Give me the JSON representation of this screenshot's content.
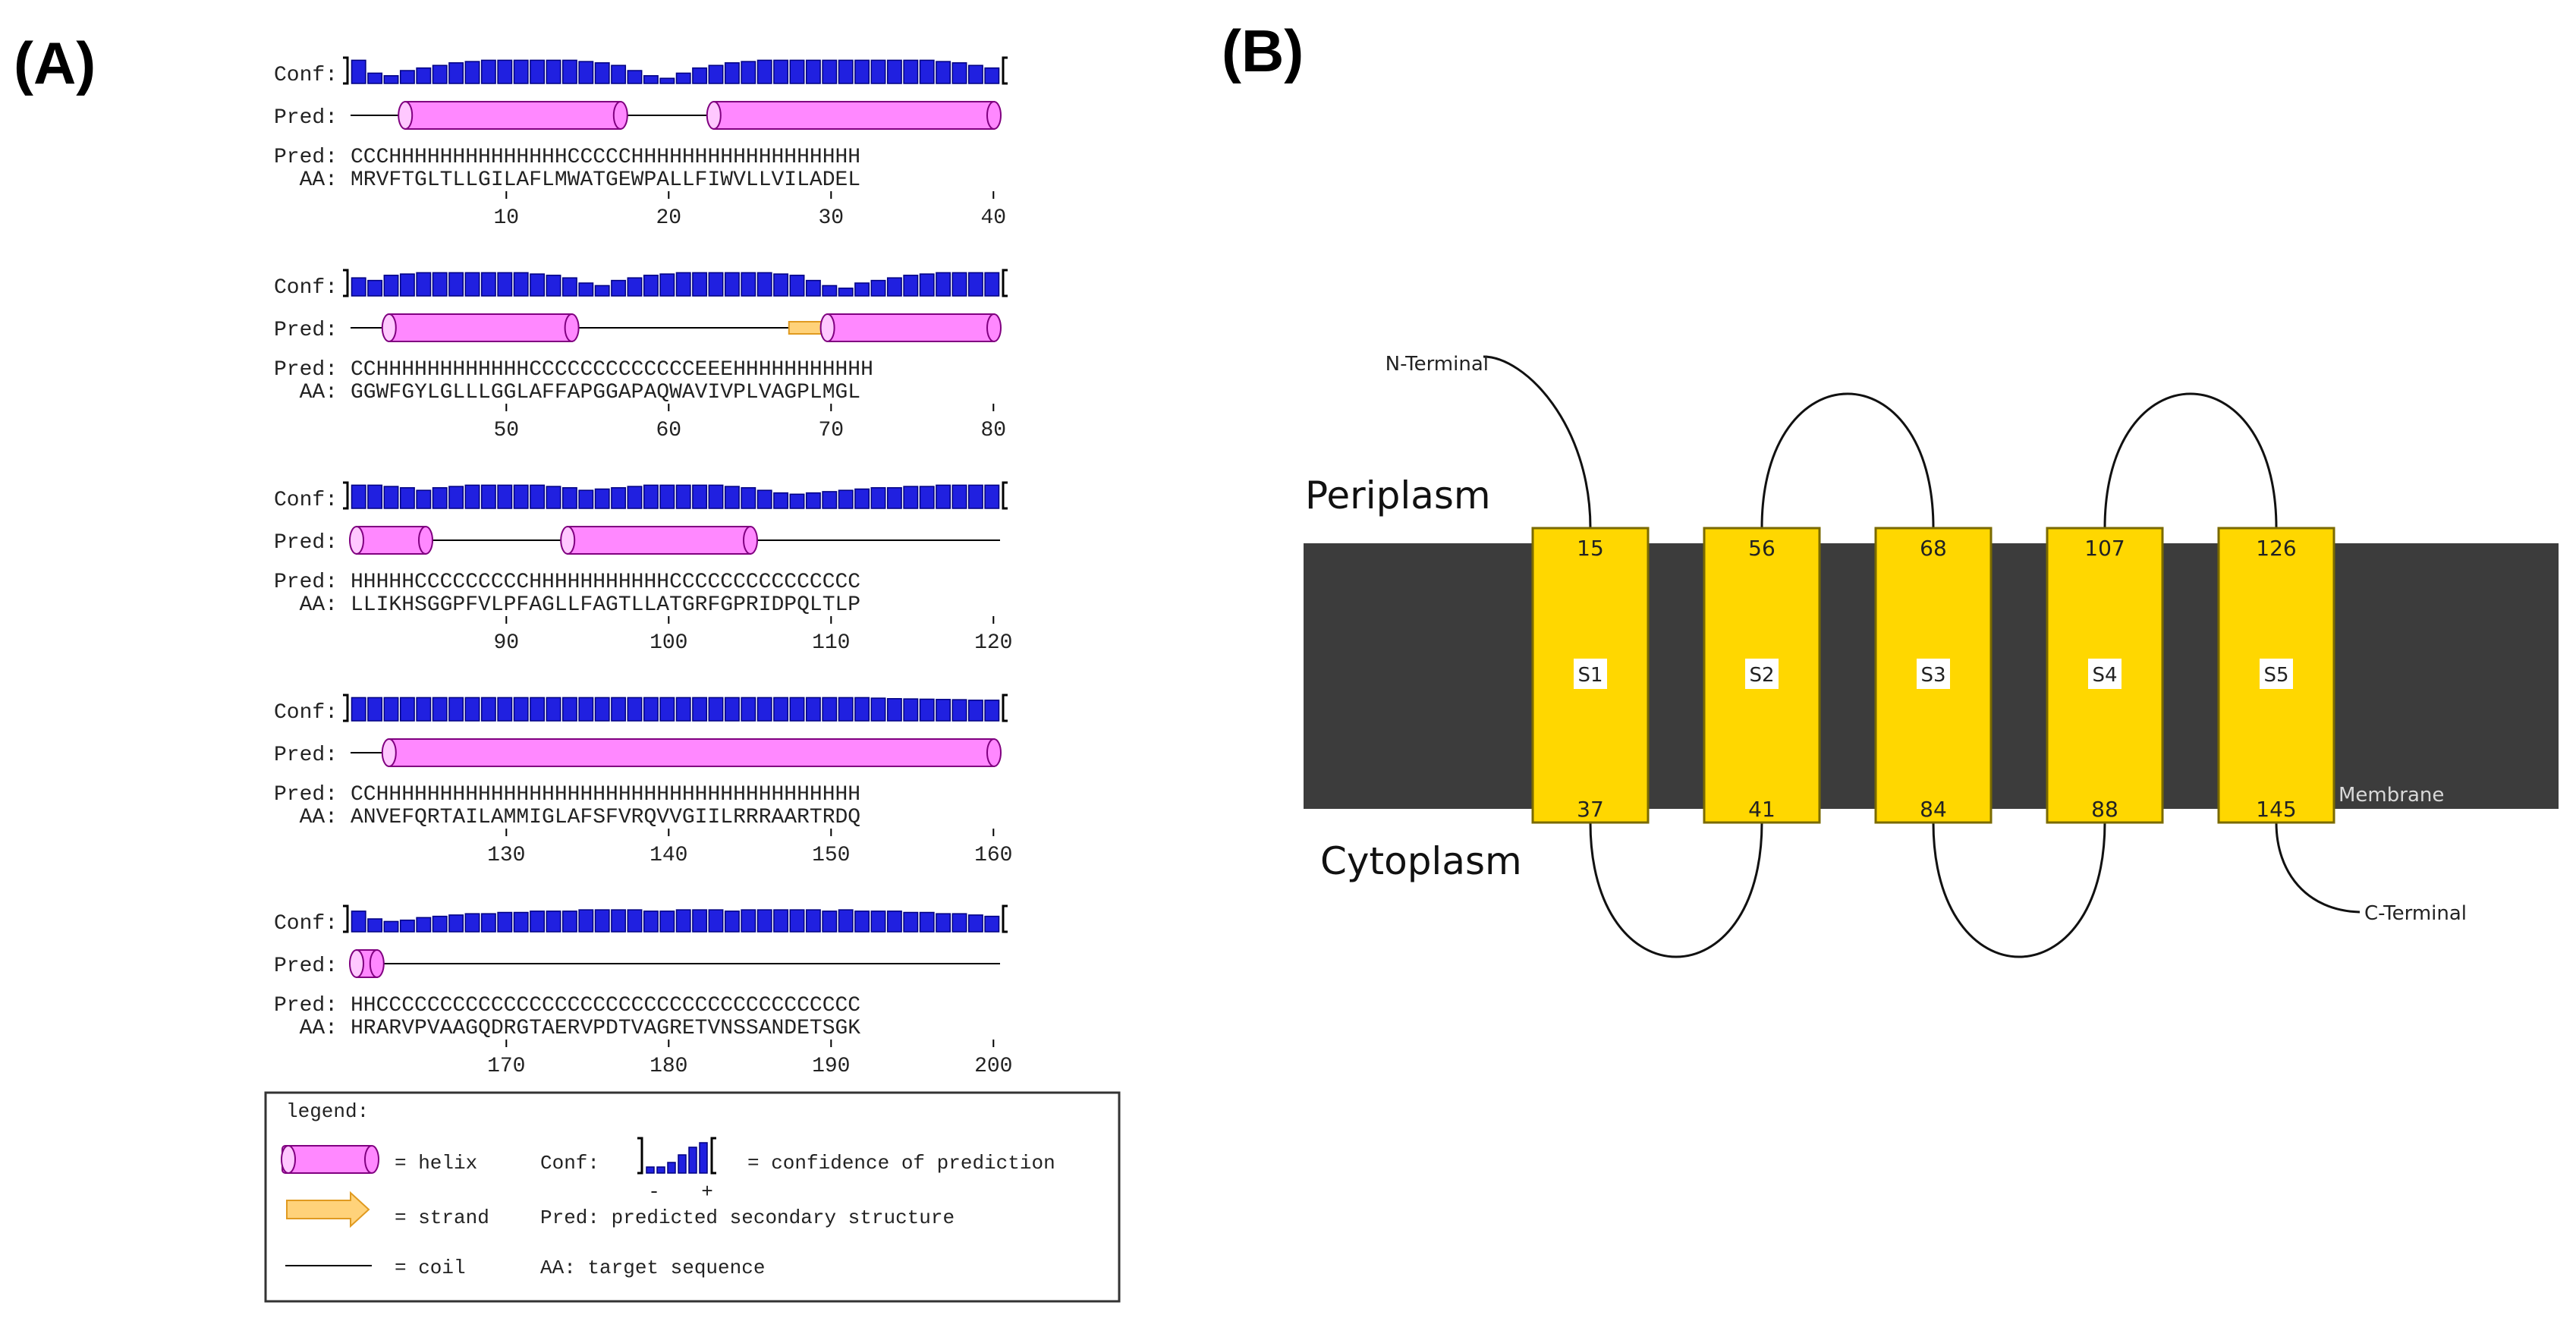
{
  "panels": {
    "a_label": "(A)",
    "b_label": "(B)"
  },
  "psipred": {
    "row_labels": {
      "conf": "Conf:",
      "pred": "Pred:",
      "pred_seq": "Pred:",
      "aa": "AA:"
    },
    "blocks": [
      {
        "pred": "CCCHHHHHHHHHHHHHHCCCCCHHHHHHHHHHHHHHHHHH",
        "aa": "MRVFTGLTLLGILAFLMWATGEWPALLFIWVLLVILADEL",
        "ticks": [
          "10",
          "20",
          "30",
          "40"
        ],
        "conf": [
          0.9,
          0.4,
          0.3,
          0.5,
          0.6,
          0.7,
          0.8,
          0.85,
          0.9,
          0.9,
          0.9,
          0.9,
          0.9,
          0.9,
          0.85,
          0.8,
          0.7,
          0.5,
          0.3,
          0.2,
          0.4,
          0.6,
          0.7,
          0.8,
          0.85,
          0.9,
          0.9,
          0.9,
          0.9,
          0.9,
          0.9,
          0.9,
          0.9,
          0.9,
          0.9,
          0.9,
          0.85,
          0.8,
          0.7,
          0.6
        ],
        "elements": [
          {
            "type": "helix",
            "start": 4,
            "end": 17
          },
          {
            "type": "helix",
            "start": 23,
            "end": 40
          }
        ]
      },
      {
        "pred": "CCHHHHHHHHHHHHCCCCCCCCCCCCCEEEHHHHHHHHHHH",
        "aa": "GGWFGYLGLLLGGLAFFAPGGAPAQWAVIVPLVAGPLMGL",
        "ticks": [
          "50",
          "60",
          "70",
          "80"
        ],
        "conf": [
          0.7,
          0.6,
          0.8,
          0.85,
          0.9,
          0.9,
          0.9,
          0.9,
          0.9,
          0.9,
          0.9,
          0.85,
          0.8,
          0.7,
          0.5,
          0.4,
          0.6,
          0.7,
          0.8,
          0.85,
          0.9,
          0.9,
          0.9,
          0.9,
          0.9,
          0.9,
          0.85,
          0.8,
          0.6,
          0.4,
          0.3,
          0.5,
          0.6,
          0.7,
          0.8,
          0.85,
          0.9,
          0.9,
          0.9,
          0.9
        ],
        "elements": [
          {
            "type": "helix",
            "start": 3,
            "end": 14
          },
          {
            "type": "strand",
            "start": 28,
            "end": 30
          },
          {
            "type": "helix",
            "start": 30,
            "end": 40
          }
        ]
      },
      {
        "pred": "HHHHHCCCCCCCCCHHHHHHHHHHHCCCCCCCCCCCCCCC",
        "aa": "LLIKHSGGPFVLPFAGLLFAGTLLATGRFGPRIDPQLTLP",
        "ticks": [
          "90",
          "100",
          "110",
          "120"
        ],
        "conf": [
          0.9,
          0.9,
          0.85,
          0.8,
          0.7,
          0.8,
          0.85,
          0.9,
          0.9,
          0.9,
          0.9,
          0.9,
          0.85,
          0.8,
          0.7,
          0.75,
          0.8,
          0.85,
          0.9,
          0.9,
          0.9,
          0.9,
          0.9,
          0.85,
          0.8,
          0.7,
          0.6,
          0.55,
          0.6,
          0.65,
          0.7,
          0.75,
          0.8,
          0.8,
          0.85,
          0.85,
          0.9,
          0.9,
          0.9,
          0.9
        ],
        "elements": [
          {
            "type": "helix",
            "start": 1,
            "end": 5
          },
          {
            "type": "helix",
            "start": 14,
            "end": 25
          }
        ]
      },
      {
        "pred": "CCHHHHHHHHHHHHHHHHHHHHHHHHHHHHHHHHHHHHHH",
        "aa": "ANVEFQRTAILAMMIGLAFSFVRQVVGIILRRRAARTRDQ",
        "ticks": [
          "130",
          "140",
          "150",
          "160"
        ],
        "conf": [
          0.9,
          0.9,
          0.9,
          0.9,
          0.9,
          0.9,
          0.9,
          0.9,
          0.9,
          0.9,
          0.9,
          0.9,
          0.9,
          0.9,
          0.9,
          0.9,
          0.9,
          0.9,
          0.9,
          0.9,
          0.9,
          0.9,
          0.9,
          0.9,
          0.9,
          0.9,
          0.9,
          0.9,
          0.9,
          0.9,
          0.9,
          0.9,
          0.88,
          0.86,
          0.85,
          0.84,
          0.83,
          0.82,
          0.8,
          0.8
        ],
        "elements": [
          {
            "type": "helix",
            "start": 3,
            "end": 40
          }
        ]
      },
      {
        "pred": "HHCCCCCCCCCCCCCCCCCCCCCCCCCCCCCCCCCCCCCC",
        "aa": "HRARVPVAAGQDRGTAERVPDTVAGRETVNSSANDETSGK",
        "ticks": [
          "170",
          "180",
          "190",
          "200"
        ],
        "conf": [
          0.8,
          0.5,
          0.4,
          0.45,
          0.55,
          0.6,
          0.65,
          0.7,
          0.7,
          0.75,
          0.75,
          0.8,
          0.8,
          0.8,
          0.85,
          0.85,
          0.85,
          0.85,
          0.8,
          0.8,
          0.85,
          0.85,
          0.85,
          0.8,
          0.85,
          0.85,
          0.85,
          0.85,
          0.85,
          0.8,
          0.85,
          0.8,
          0.8,
          0.8,
          0.75,
          0.75,
          0.7,
          0.7,
          0.65,
          0.6
        ],
        "elements": [
          {
            "type": "helix",
            "start": 1,
            "end": 2
          }
        ]
      }
    ],
    "legend": {
      "title": "legend:",
      "helix": "= helix",
      "strand": "= strand",
      "coil": "= coil",
      "conf_label": "Conf:",
      "conf_desc": "= confidence of prediction",
      "minus": "-",
      "plus": "+",
      "pred_desc": "Pred: predicted secondary structure",
      "aa_desc": "AA: target sequence"
    }
  },
  "topology": {
    "periplasm": "Periplasm",
    "cytoplasm": "Cytoplasm",
    "membrane": "Membrane",
    "n_terminal": "N-Terminal",
    "c_terminal": "C-Terminal",
    "segments": [
      {
        "name": "S1",
        "top": "15",
        "bottom": "37"
      },
      {
        "name": "S2",
        "top": "56",
        "bottom": "41"
      },
      {
        "name": "S3",
        "top": "68",
        "bottom": "84"
      },
      {
        "name": "S4",
        "top": "107",
        "bottom": "88"
      },
      {
        "name": "S5",
        "top": "126",
        "bottom": "145"
      }
    ],
    "colors": {
      "membrane": "#3c3c3c",
      "segment": "#ffd700",
      "segment_border": "#7a6a00"
    }
  },
  "colors": {
    "conf_bar": "#2020e0",
    "conf_bar_border": "#000080",
    "helix": "#ff88ff",
    "helix_border": "#800080",
    "strand": "#ffd27a"
  }
}
